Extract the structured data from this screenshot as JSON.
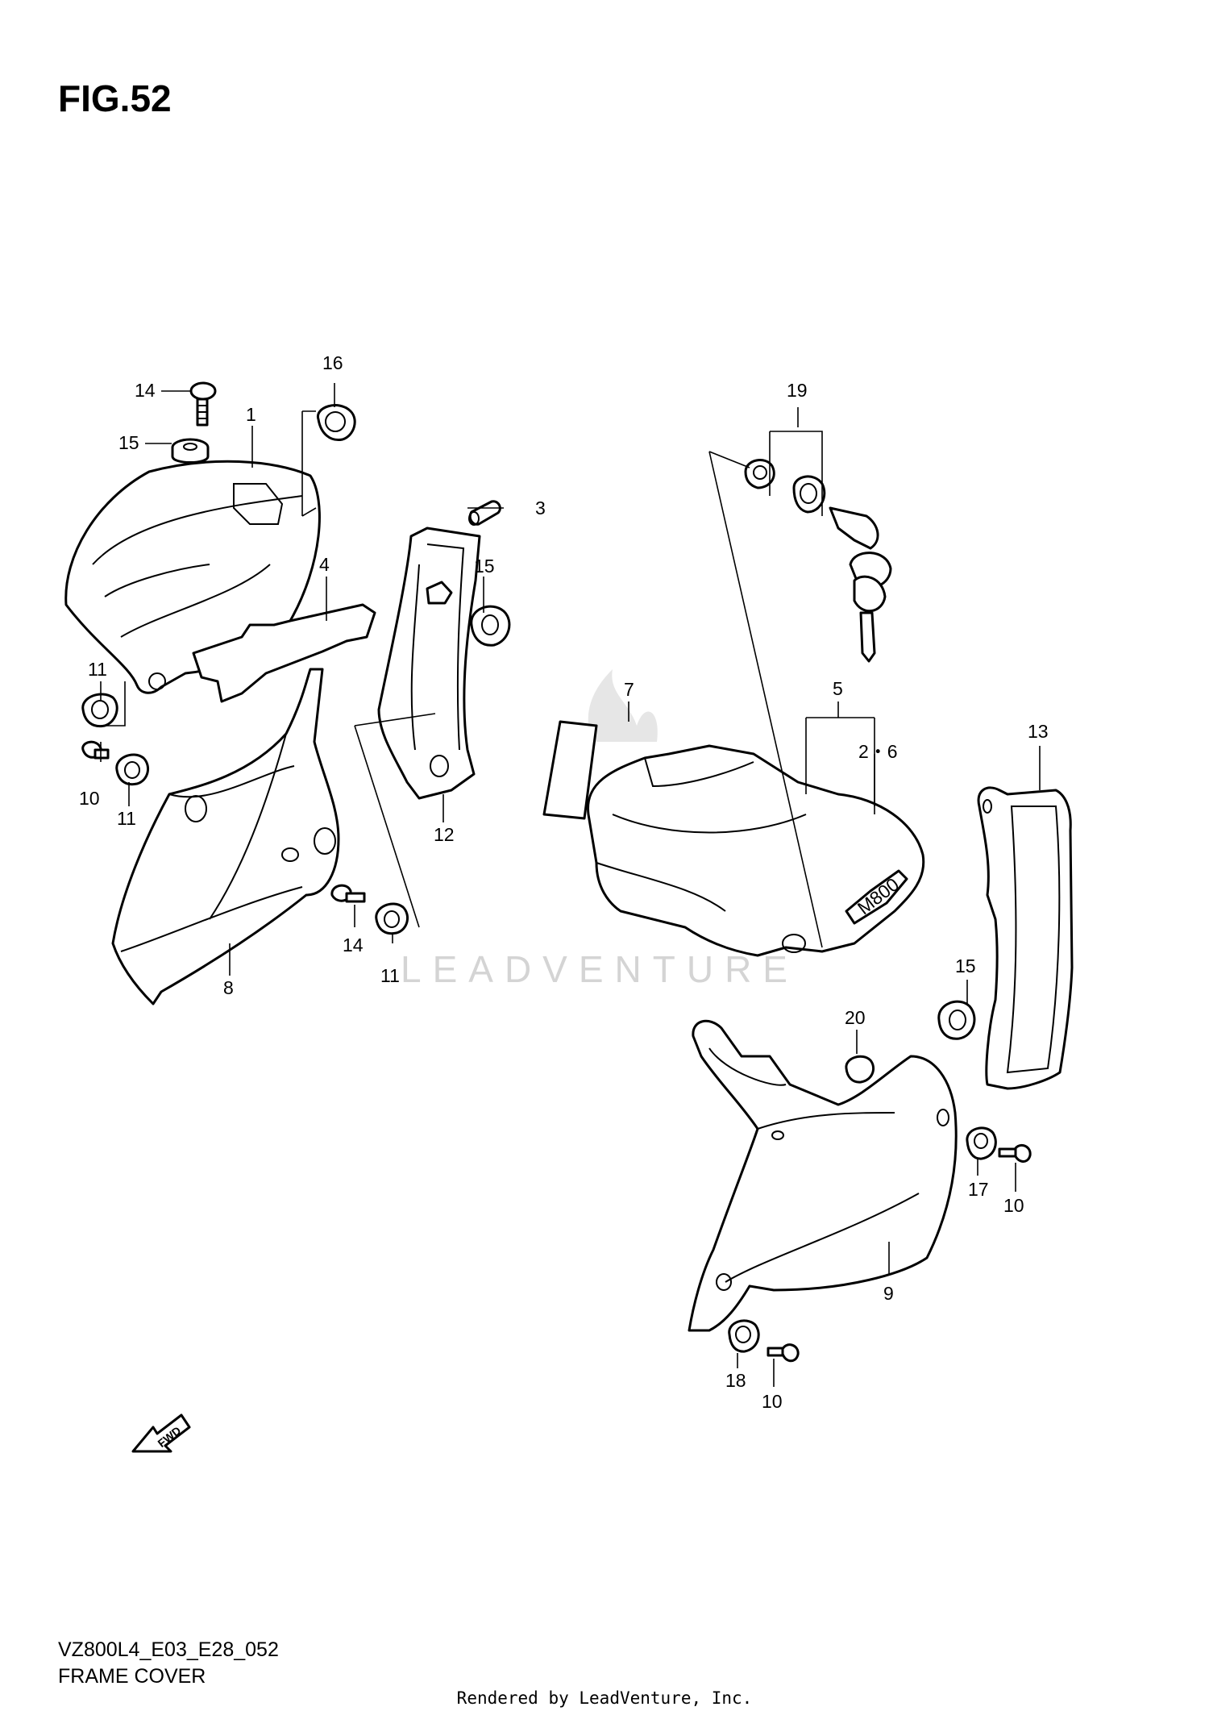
{
  "figure": {
    "title": "FIG.52",
    "model_code": "VZ800L4_E03_E28_052",
    "diagram_name": "FRAME COVER",
    "render_credit": "Rendered by LeadVenture, Inc.",
    "watermark": "LEADVENTURE",
    "fwd_label": "FWD",
    "emblem_text": "M800"
  },
  "callouts": {
    "c1": "1",
    "c2_6": "2・6",
    "c3": "3",
    "c4": "4",
    "c5": "5",
    "c7": "7",
    "c8": "8",
    "c9": "9",
    "c10a": "10",
    "c10b": "10",
    "c10c": "10",
    "c11a": "11",
    "c11b": "11",
    "c11c": "11",
    "c12": "12",
    "c13": "13",
    "c14a": "14",
    "c14b": "14",
    "c15a": "15",
    "c15b": "15",
    "c15c": "15",
    "c16": "16",
    "c17": "17",
    "c18": "18",
    "c19": "19",
    "c20": "20"
  }
}
